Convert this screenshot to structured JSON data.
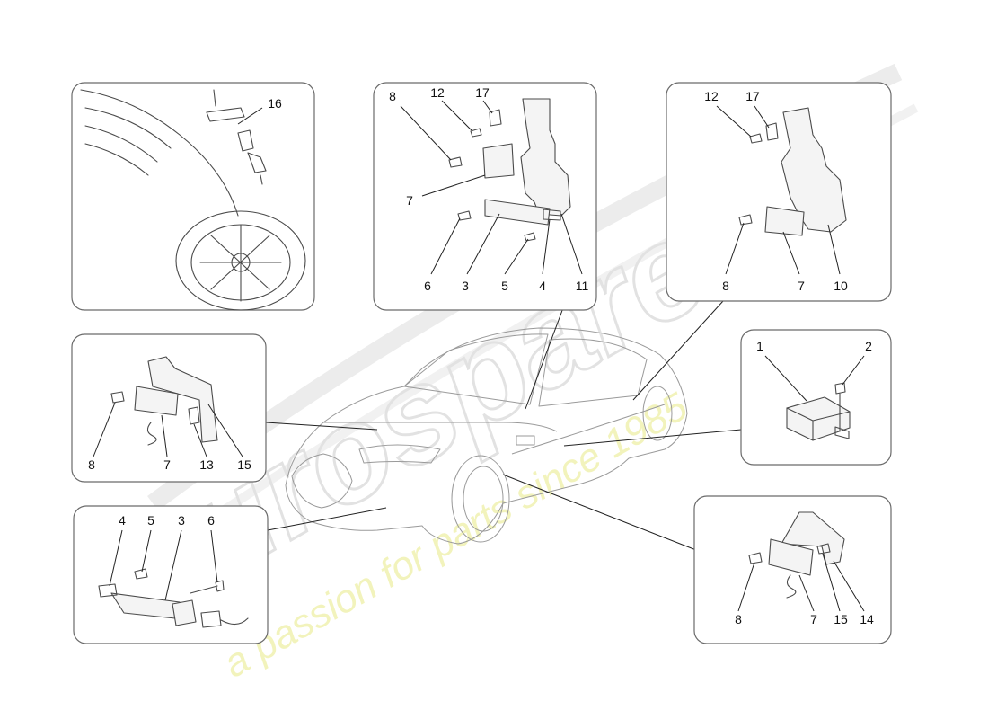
{
  "watermark": {
    "brand": "eurospares",
    "slogan": "a passion for parts since 1985"
  },
  "panels": [
    {
      "id": "wheel-sensor",
      "callouts": [
        "16"
      ]
    },
    {
      "id": "upper-center",
      "callouts": [
        "8",
        "12",
        "17",
        "7",
        "6",
        "3",
        "5",
        "4",
        "11"
      ]
    },
    {
      "id": "upper-right",
      "callouts": [
        "12",
        "17",
        "8",
        "7",
        "10"
      ]
    },
    {
      "id": "middle-left",
      "callouts": [
        "8",
        "7",
        "13",
        "15"
      ]
    },
    {
      "id": "middle-right",
      "callouts": [
        "1",
        "2"
      ]
    },
    {
      "id": "lower-left",
      "callouts": [
        "4",
        "5",
        "3",
        "6"
      ]
    },
    {
      "id": "lower-right",
      "callouts": [
        "8",
        "7",
        "15",
        "14"
      ]
    }
  ],
  "colors": {
    "line": "#4a4a4a",
    "frame": "#6a6a6a",
    "watermark": "#e2e2e2",
    "slogan": "#eef0a6"
  }
}
